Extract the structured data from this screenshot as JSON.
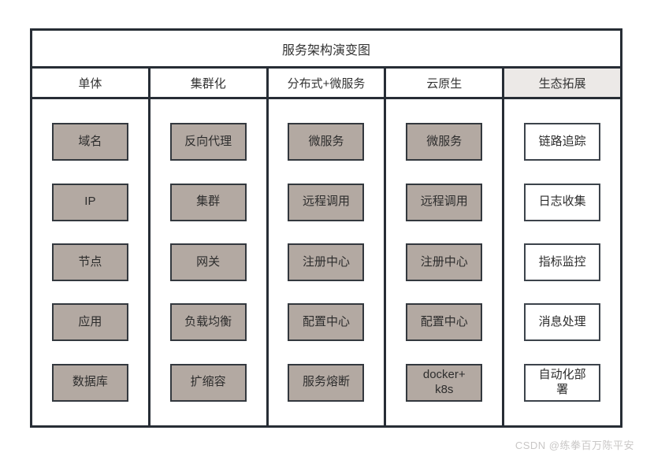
{
  "title": "服务架构演变图",
  "columns": [
    {
      "header": "单体",
      "box_style": "filled",
      "items": [
        "域名",
        "IP",
        "节点",
        "应用",
        "数据库"
      ]
    },
    {
      "header": "集群化",
      "box_style": "filled",
      "items": [
        "反向代理",
        "集群",
        "网关",
        "负载均衡",
        "扩缩容"
      ]
    },
    {
      "header": "分布式+微服务",
      "box_style": "filled",
      "items": [
        "微服务",
        "远程调用",
        "注册中心",
        "配置中心",
        "服务熔断"
      ]
    },
    {
      "header": "云原生",
      "box_style": "filled",
      "items": [
        "微服务",
        "远程调用",
        "注册中心",
        "配置中心",
        "docker+\nk8s"
      ]
    },
    {
      "header": "生态拓展",
      "box_style": "outline",
      "header_bg": "#ece9e7",
      "items": [
        "链路追踪",
        "日志收集",
        "指标监控",
        "消息处理",
        "自动化部\n署"
      ]
    }
  ],
  "colors": {
    "border_dark": "#272d35",
    "box_fill": "#b3a9a2",
    "highlight_header_bg": "#ece9e7",
    "watermark_gray": "#c9c7c6"
  },
  "watermark": "CSDN @练拳百万陈平安"
}
